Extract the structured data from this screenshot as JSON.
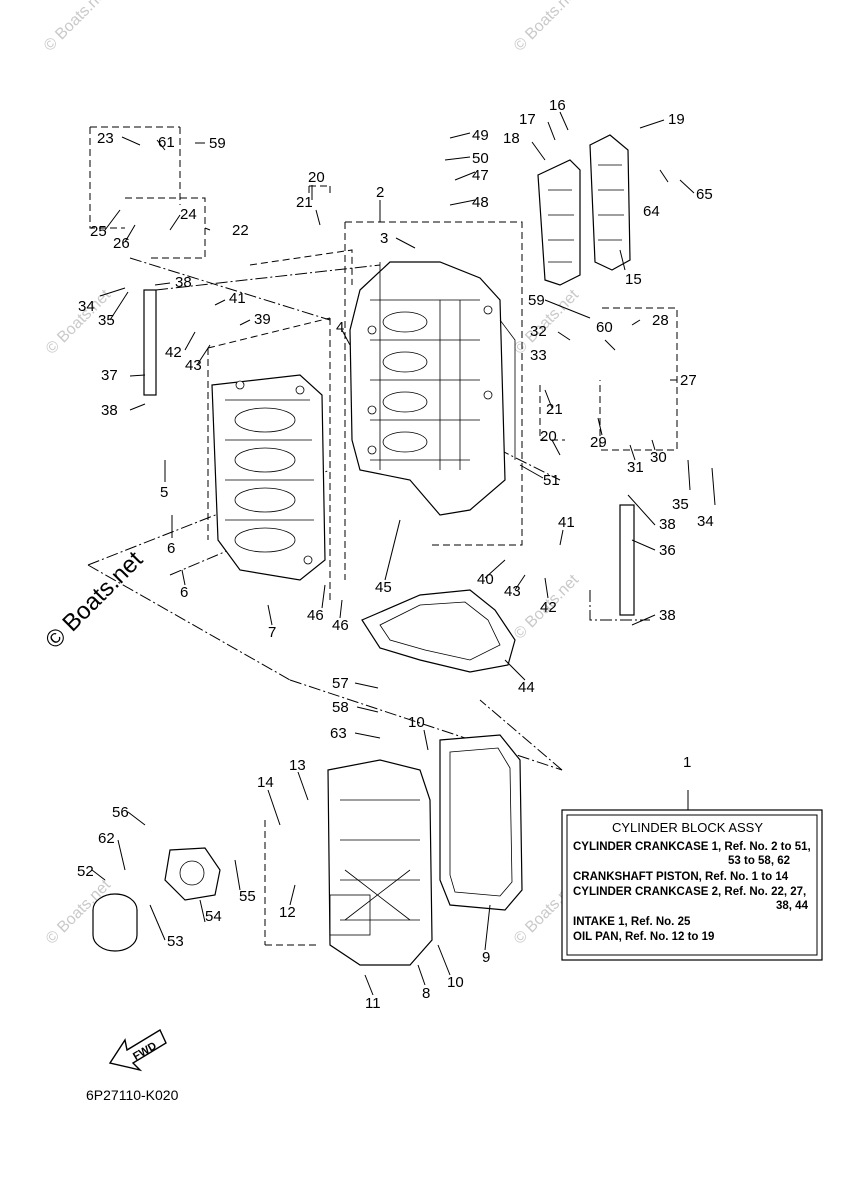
{
  "watermark": {
    "main": "© Boats.net",
    "small": "© Boats.net"
  },
  "drawing_code": "6P27110-K020",
  "fwd_label": "FWD",
  "legend": {
    "ref_number": "1",
    "title": "CYLINDER BLOCK ASSY",
    "lines": [
      "CYLINDER CRANKCASE 1, Ref. No. 2 to 51,",
      "53 to 58, 62",
      "CRANKSHAFT PISTON, Ref. No. 1 to 14",
      "CYLINDER CRANKCASE 2, Ref. No. 22, 27,",
      "38, 44",
      "INTAKE 1, Ref. No. 25",
      "OIL PAN, Ref. No. 12 to 19"
    ]
  },
  "callouts": [
    "2",
    "3",
    "4",
    "5",
    "6",
    "6",
    "7",
    "8",
    "9",
    "10",
    "10",
    "11",
    "12",
    "13",
    "14",
    "15",
    "16",
    "17",
    "18",
    "19",
    "20",
    "20",
    "21",
    "21",
    "22",
    "23",
    "24",
    "25",
    "26",
    "27",
    "28",
    "29",
    "30",
    "31",
    "32",
    "33",
    "34",
    "34",
    "35",
    "35",
    "36",
    "37",
    "38",
    "38",
    "38",
    "38",
    "39",
    "40",
    "41",
    "41",
    "42",
    "42",
    "43",
    "43",
    "44",
    "45",
    "46",
    "46",
    "47",
    "48",
    "49",
    "50",
    "51",
    "52",
    "53",
    "54",
    "55",
    "56",
    "57",
    "58",
    "59",
    "59",
    "60",
    "61",
    "62",
    "63",
    "64",
    "65"
  ]
}
